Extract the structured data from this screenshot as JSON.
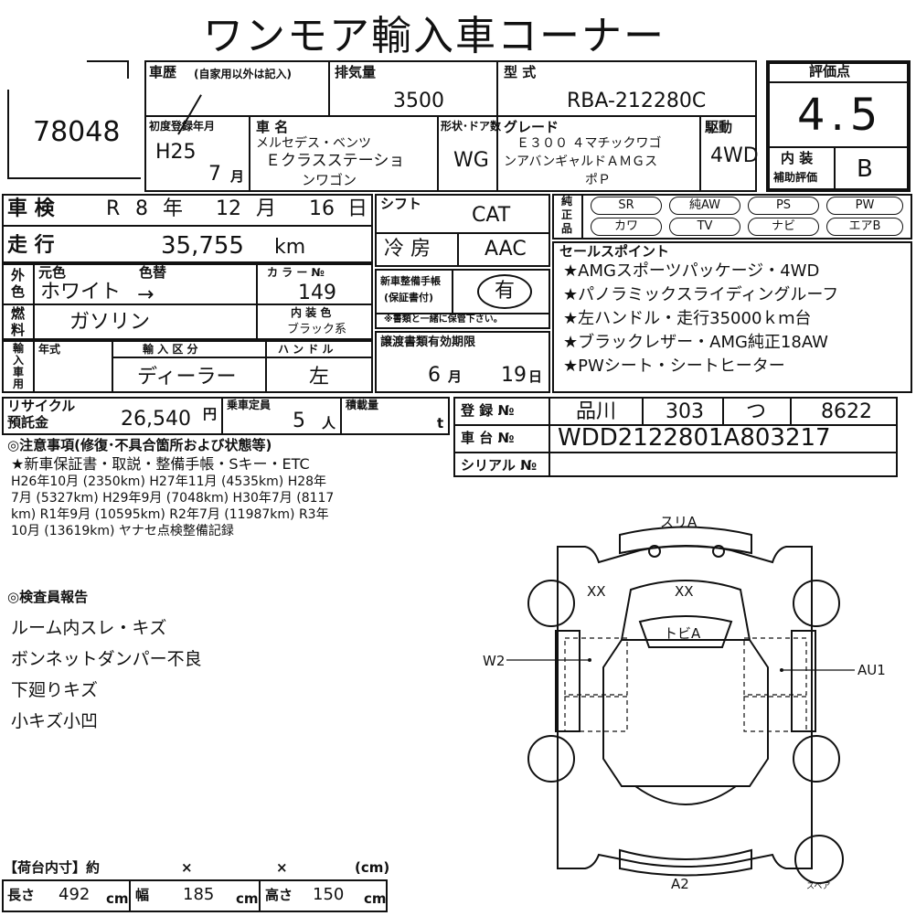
{
  "title": "ワンモア輸入車コーナー",
  "lot_number": "78048",
  "history": {
    "label": "車歴",
    "sublabel": "(自家用以外は記入)",
    "value": ""
  },
  "displacement": {
    "label": "排気量",
    "value": "3500"
  },
  "model_code": {
    "label": "型 式",
    "value": "RBA-212280C"
  },
  "score": {
    "label": "評価点",
    "value": "4.5",
    "interior_label_1": "内 装",
    "interior_label_2": "補助評価",
    "interior_value": "B"
  },
  "first_reg": {
    "label": "初度登録年月",
    "era_year": "H25",
    "month": "7",
    "month_unit": "月"
  },
  "car_name": {
    "label": "車 名",
    "maker": "メルセデス・ベンツ",
    "line1": "Ｅクラスステーショ",
    "line2": "ンワゴン"
  },
  "body": {
    "label": "形状･ドア数",
    "value": "WG"
  },
  "grade": {
    "label": "グレード",
    "line1": "Ｅ３００ ４マチックワゴ",
    "line2": "ンアバンギャルドＡＭＧス",
    "line3": "ポＰ"
  },
  "drive": {
    "label": "駆動",
    "value": "4WD"
  },
  "inspection": {
    "label": "車 検",
    "era": "R",
    "year": "8",
    "year_unit": "年",
    "month": "12",
    "month_unit": "月",
    "day": "16",
    "day_unit": "日"
  },
  "mileage": {
    "label": "走 行",
    "value": "35,755",
    "unit": "km"
  },
  "shift": {
    "label": "シフト",
    "value": "CAT"
  },
  "ac": {
    "label": "冷 房",
    "value": "AAC"
  },
  "exterior": {
    "side_label": [
      "外",
      "色"
    ],
    "orig_label": "元色",
    "change_label": "色替",
    "value": "ホワイト",
    "arrow": "→",
    "color_no_label": "カ ラ ー №",
    "color_no": "149"
  },
  "manual": {
    "label_1": "新車整備手帳",
    "label_2": "(保証書付)",
    "value": "有",
    "note": "※書類と一緒に保管下さい。"
  },
  "fuel": {
    "side_label": [
      "燃",
      "料"
    ],
    "value": "ガソリン",
    "interior_color_label": "内 装 色",
    "interior_color": "ブラック系"
  },
  "import": {
    "side_label": [
      "輸",
      "入",
      "車",
      "用"
    ],
    "year_label": "年式",
    "class_label": "輸 入 区 分",
    "class_value": "ディーラー",
    "handle_label": "ハ ン ド ル",
    "handle_value": "左"
  },
  "transfer": {
    "label": "譲渡書類有効期限",
    "month": "6",
    "month_unit": "月",
    "day": "19",
    "day_unit": "日"
  },
  "equipment": {
    "side_label": [
      "純",
      "正",
      "品"
    ],
    "items": [
      "SR",
      "純AW",
      "PS",
      "PW",
      "カワ",
      "TV",
      "ナビ",
      "エアB"
    ]
  },
  "sales_points": {
    "label": "セールスポイント",
    "items": [
      "★AMGスポーツパッケージ・4WD",
      "★パノラミックスライディングルーフ",
      "★左ハンドル・走行35000ｋｍ台",
      "★ブラックレザー・AMG純正18AW",
      "★PWシート・シートヒーター"
    ]
  },
  "recycle": {
    "label_1": "リサイクル",
    "label_2": "預託金",
    "value": "26,540",
    "unit": "円"
  },
  "capacity": {
    "label": "乗車定員",
    "value": "5",
    "unit": "人"
  },
  "load": {
    "label": "積載量",
    "value": "",
    "unit": "t"
  },
  "registration": {
    "label": "登 録 №",
    "parts": [
      "品川",
      "303",
      "つ",
      "8622"
    ]
  },
  "chassis": {
    "label": "車 台 №",
    "value": "WDD2122801A803217"
  },
  "serial": {
    "label": "シリアル №",
    "value": ""
  },
  "notes": {
    "label": "◎注意事項(修復･不具合箇所および状態等)",
    "lines": [
      "★新車保証書・取説・整備手帳・Sキー・ETC",
      "H26年10月 (2350km) H27年11月 (4535km) H28年",
      "7月 (5327km) H29年9月 (7048km) H30年7月 (8117",
      "km) R1年9月 (10595km) R2年7月 (11987km) R3年",
      "10月 (13619km) ヤナセ点検整備記録"
    ]
  },
  "inspector": {
    "label": "◎検査員報告",
    "lines": [
      "ルーム内スレ・キズ",
      "ボンネットダンパー不良",
      "下廻りキズ",
      "小キズ小凹"
    ]
  },
  "diagram": {
    "front": "スリA",
    "left_fender": "XX",
    "hood": "XX",
    "roof": "トビA",
    "left_side": "W2",
    "right_side": "AU1",
    "rear": "A2",
    "spare": "スペア"
  },
  "cargo": {
    "label": "【荷台内寸】約",
    "x1": "×",
    "x2": "×",
    "unit": "(cm)",
    "length_label": "長さ",
    "length": "492",
    "width_label": "幅",
    "width": "185",
    "height_label": "高さ",
    "height": "150",
    "cm": "cm"
  }
}
